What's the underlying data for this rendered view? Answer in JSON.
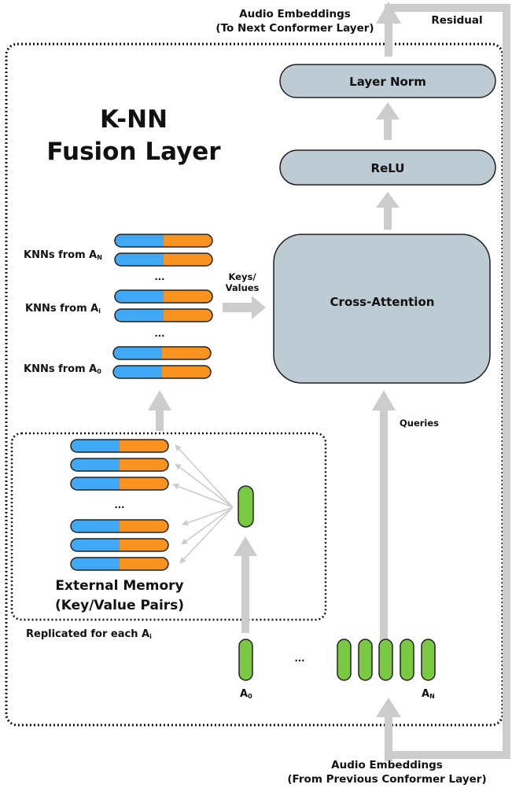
{
  "title": {
    "line1": "K-NN",
    "line2": "Fusion Layer"
  },
  "output": {
    "line1": "Audio Embeddings",
    "line2": "(To Next Conformer Layer)"
  },
  "input": {
    "line1": "Audio Embeddings",
    "line2": "(From Previous Conformer Layer)"
  },
  "residual_label": "Residual",
  "blocks": {
    "layer_norm": "Layer Norm",
    "relu": "ReLU",
    "cross_attention": "Cross-Attention"
  },
  "edges": {
    "keys_values_line1": "Keys/",
    "keys_values_line2": "Values",
    "queries": "Queries"
  },
  "knn_groups": [
    {
      "label": "KNNs from A",
      "sub": "N"
    },
    {
      "label": "KNNs from A",
      "sub": "i"
    },
    {
      "label": "KNNs from A",
      "sub": "0"
    }
  ],
  "ellipsis": "...",
  "memory": {
    "line1": "External Memory",
    "line2": "(Key/Value Pairs)",
    "replicated_label": "Replicated for each A",
    "replicated_sub": "i"
  },
  "embeddings": {
    "first_label": "A",
    "first_sub": "0",
    "last_label": "A",
    "last_sub": "N"
  },
  "colors": {
    "key": "#3fa9f5",
    "value": "#f7931e",
    "embedding": "#7ac943",
    "block_fill": "#bccbd4",
    "arrow": "#cccccc"
  }
}
